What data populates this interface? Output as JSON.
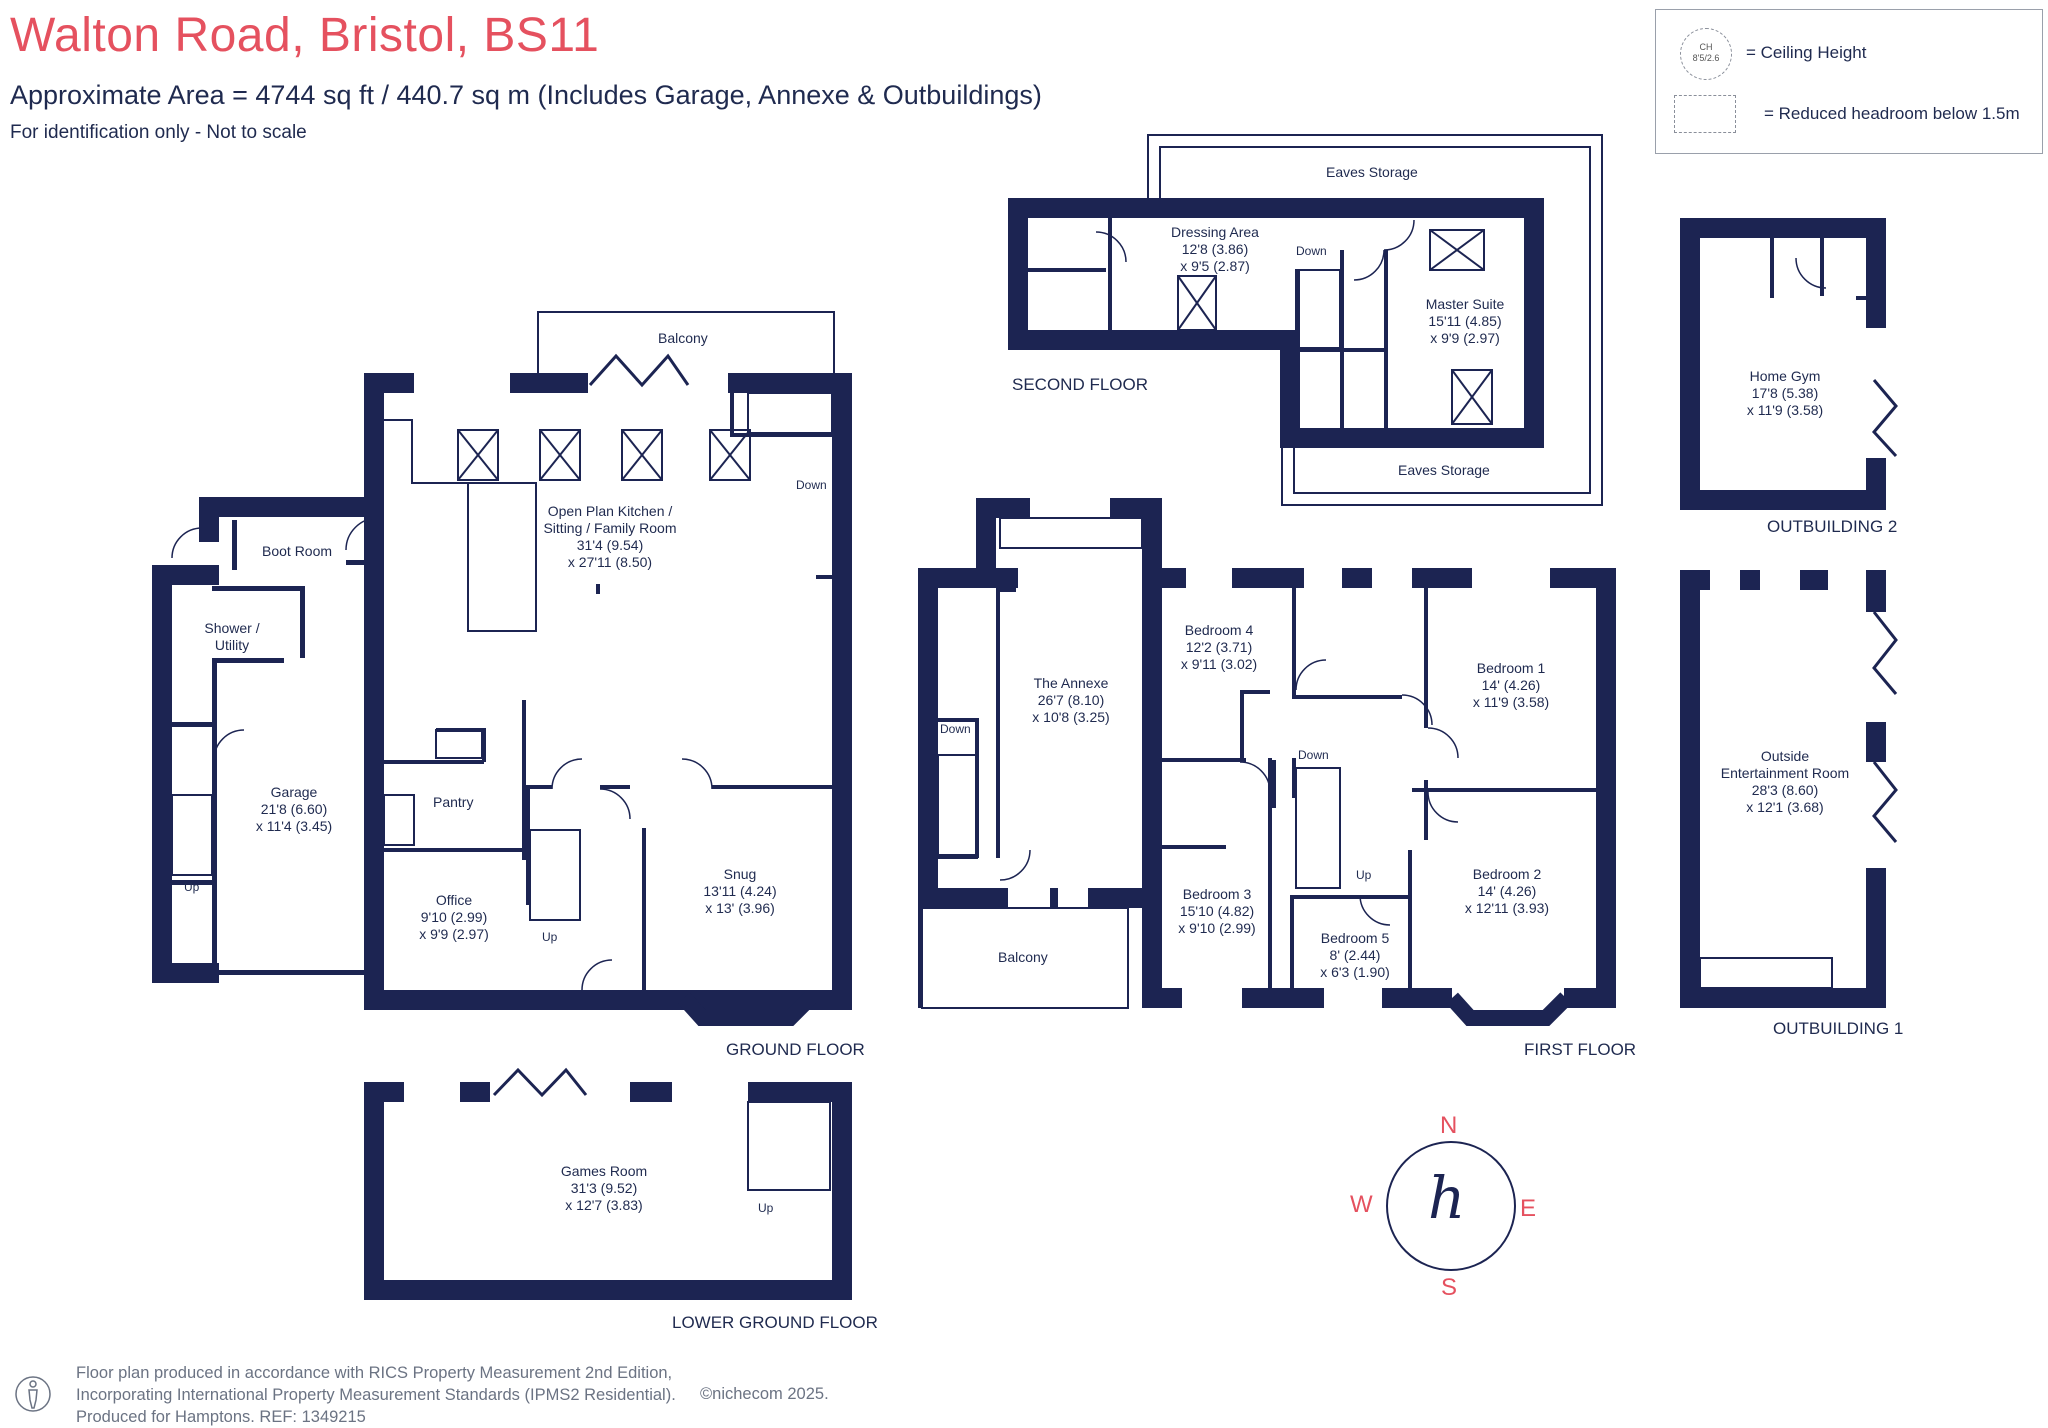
{
  "header": {
    "title": "Walton Road, Bristol, BS11",
    "area": "Approximate Area = 4744  sq ft / 440.7  sq m (Includes Garage, Annexe & Outbuildings)",
    "note": "For identification only - Not to scale"
  },
  "legend": {
    "ch_symbol": "CH",
    "ch_symbol_value": "8'5/2.6",
    "ceiling_height_label": "= Ceiling Height",
    "reduced_headroom_label": "= Reduced headroom below 1.5m"
  },
  "floors": {
    "ground": "GROUND FLOOR",
    "lower_ground": "LOWER GROUND FLOOR",
    "first": "FIRST FLOOR",
    "second": "SECOND FLOOR",
    "outbuilding1": "OUTBUILDING 1",
    "outbuilding2": "OUTBUILDING 2"
  },
  "rooms": {
    "kitchen": [
      "Open Plan Kitchen /",
      "Sitting / Family Room",
      "31'4 (9.54)",
      "x 27'11 (8.50)"
    ],
    "balcony_ground": [
      "Balcony"
    ],
    "boot_room": [
      "Boot Room"
    ],
    "shower_utility": [
      "Shower /",
      "Utility"
    ],
    "garage": [
      "Garage",
      "21'8 (6.60)",
      "x 11'4 (3.45)"
    ],
    "pantry": [
      "Pantry"
    ],
    "office": [
      "Office",
      "9'10 (2.99)",
      "x 9'9 (2.97)"
    ],
    "snug": [
      "Snug",
      "13'11 (4.24)",
      "x 13' (3.96)"
    ],
    "games_room": [
      "Games Room",
      "31'3 (9.52)",
      "x 12'7 (3.83)"
    ],
    "dressing_area": [
      "Dressing Area",
      "12'8 (3.86)",
      "x 9'5 (2.87)"
    ],
    "master_suite": [
      "Master Suite",
      "15'11 (4.85)",
      "x 9'9 (2.97)"
    ],
    "eaves_storage_top": [
      "Eaves Storage"
    ],
    "eaves_storage_bottom": [
      "Eaves Storage"
    ],
    "annexe": [
      "The Annexe",
      "26'7 (8.10)",
      "x 10'8 (3.25)"
    ],
    "balcony_first": [
      "Balcony"
    ],
    "bedroom4": [
      "Bedroom 4",
      "12'2 (3.71)",
      "x 9'11 (3.02)"
    ],
    "bedroom1": [
      "Bedroom 1",
      "14' (4.26)",
      "x 11'9 (3.58)"
    ],
    "bedroom3": [
      "Bedroom 3",
      "15'10 (4.82)",
      "x 9'10 (2.99)"
    ],
    "bedroom5": [
      "Bedroom 5",
      "8' (2.44)",
      "x 6'3 (1.90)"
    ],
    "bedroom2": [
      "Bedroom 2",
      "14' (4.26)",
      "x 12'11 (3.93)"
    ],
    "home_gym": [
      "Home Gym",
      "17'8 (5.38)",
      "x 11'9 (3.58)"
    ],
    "outside_ent": [
      "Outside",
      "Entertainment Room",
      "28'3 (8.60)",
      "x 12'1 (3.68)"
    ]
  },
  "stairs": {
    "up": "Up",
    "down": "Down"
  },
  "compass": {
    "n": "N",
    "s": "S",
    "e": "E",
    "w": "W",
    "logo": "h"
  },
  "footer": {
    "line1": "Floor plan produced in accordance with RICS Property Measurement 2nd Edition,",
    "line2": "Incorporating International Property Measurement Standards (IPMS2 Residential).",
    "line3": "Produced for Hamptons.   REF:  1349215",
    "brand": "©nichecom 2025."
  },
  "colors": {
    "wall": "#1c2452",
    "accent": "#e5515f",
    "text": "#1f2a4f"
  }
}
